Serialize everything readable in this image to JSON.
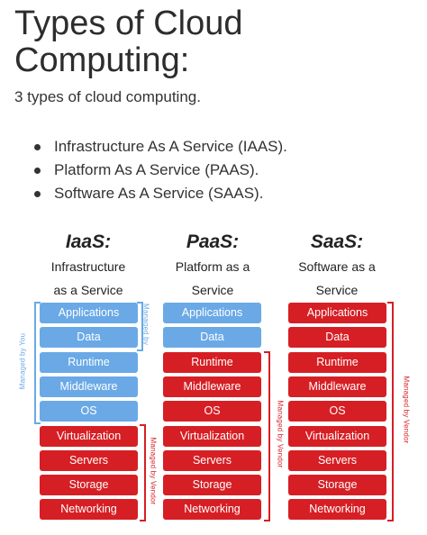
{
  "heading": {
    "title": "Types of Cloud Computing:",
    "subtitle": "3 types of cloud computing."
  },
  "bullets": [
    "Infrastructure As A Service (IAAS).",
    "Platform As A Service (PAAS).",
    "Software As A Service (SAAS)."
  ],
  "columns": [
    {
      "title": "IaaS:",
      "sub1": "Infrastructure",
      "sub2": "as a Service",
      "layers": [
        "Applications",
        "Data",
        "Runtime",
        "Middleware",
        "OS",
        "Virtualization",
        "Servers",
        "Storage",
        "Networking"
      ],
      "managed_by": [
        "you",
        "you",
        "you",
        "you",
        "you",
        "vendor",
        "vendor",
        "vendor",
        "vendor"
      ],
      "left_label": "Managed by You",
      "right_label_top": "Managed by",
      "right_label_bottom": "Managed by Vendor"
    },
    {
      "title": "PaaS:",
      "sub1": "Platform as a",
      "sub2": "Service",
      "layers": [
        "Applications",
        "Data",
        "Runtime",
        "Middleware",
        "OS",
        "Virtualization",
        "Servers",
        "Storage",
        "Networking"
      ],
      "managed_by": [
        "you",
        "you",
        "vendor",
        "vendor",
        "vendor",
        "vendor",
        "vendor",
        "vendor",
        "vendor"
      ],
      "right_label": "Managed by Vendor"
    },
    {
      "title": "SaaS:",
      "sub1": "Software as a",
      "sub2": "Service",
      "layers": [
        "Applications",
        "Data",
        "Runtime",
        "Middleware",
        "OS",
        "Virtualization",
        "Servers",
        "Storage",
        "Networking"
      ],
      "managed_by": [
        "vendor",
        "vendor",
        "vendor",
        "vendor",
        "vendor",
        "vendor",
        "vendor",
        "vendor",
        "vendor"
      ],
      "right_label": "Managed by Vendor"
    }
  ],
  "colors": {
    "you": "#6aa9e6",
    "vendor": "#d61f24"
  }
}
